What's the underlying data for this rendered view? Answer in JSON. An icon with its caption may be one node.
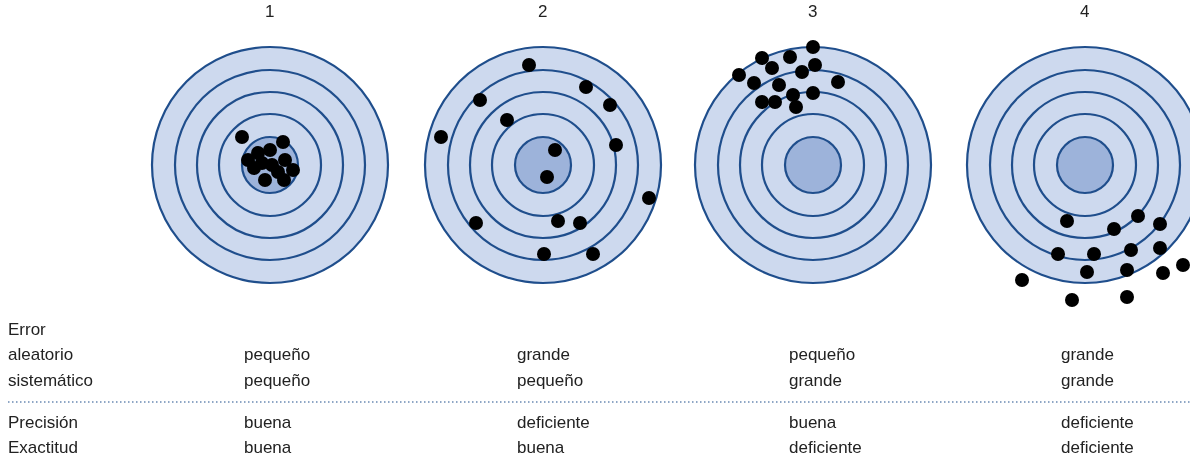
{
  "diagram": {
    "labels": [
      "1",
      "2",
      "3",
      "4",
      "Error",
      "aleatorio",
      "pequeño",
      "grande",
      "pequeño",
      "grande",
      "sistemático",
      "pequeño",
      "pequeño",
      "grande",
      "grande",
      "Precisión",
      "buena",
      "deficiente",
      "buena",
      "deficiente",
      "Exactitud",
      "buena",
      "buena",
      "deficiente",
      "deficiente"
    ]
  }
}
